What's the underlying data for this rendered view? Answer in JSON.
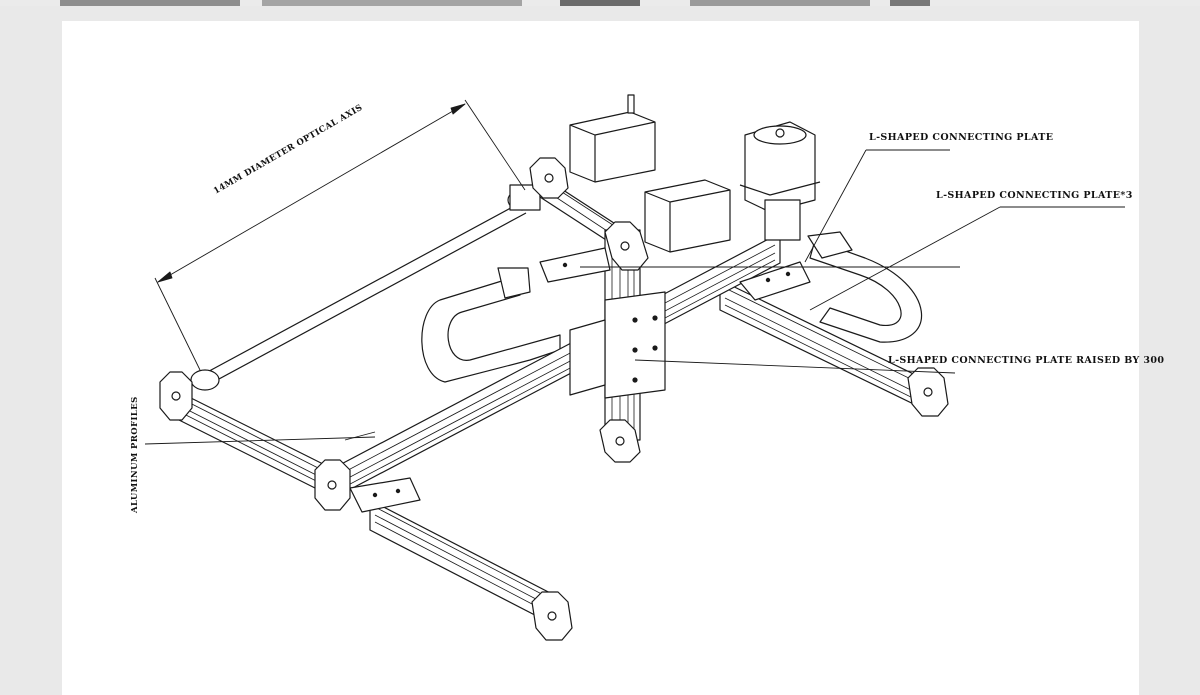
{
  "labels": {
    "l_plate": "L-SHAPED CONNECTING PLATE",
    "l_plate_x3": "L-SHAPED CONNECTING PLATE*3",
    "l_plate_raised": "L-SHAPED CONNECTING PLATE RAISED BY 300",
    "optical_axis": "14MM DIAMETER OPTICAL AXIS",
    "aluminum_profiles": "ALUMINUM PROFILES"
  },
  "colors": {
    "background": "#e9e9e9",
    "card": "#ffffff",
    "line": "#1a1a1a"
  }
}
